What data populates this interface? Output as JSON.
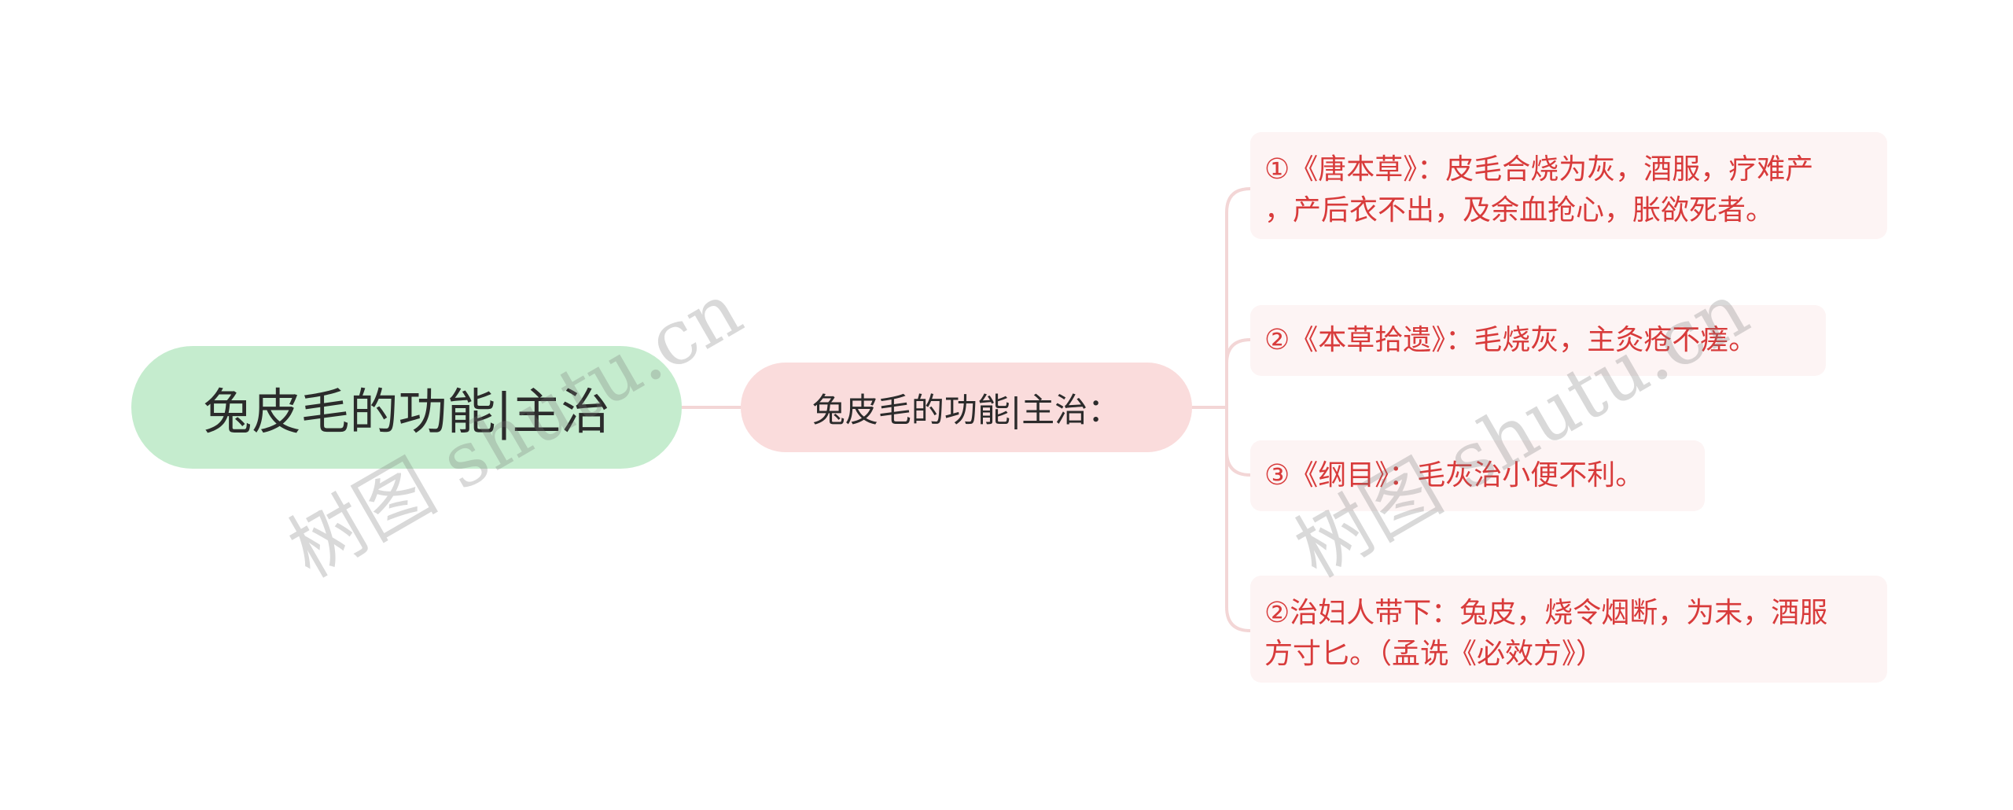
{
  "root": {
    "label": "兔皮毛的功能|主治"
  },
  "branch": {
    "label": "兔皮毛的功能|主治："
  },
  "leaves": [
    {
      "lines": [
        "①《唐本草》：皮毛合烧为灰，酒服，疗难产",
        "，产后衣不出，及余血抢心，胀欲死者。"
      ]
    },
    {
      "lines": [
        "②《本草拾遗》：毛烧灰，主灸疮不瘥。"
      ]
    },
    {
      "lines": [
        "③《纲目》：毛灰治小便不利。"
      ]
    },
    {
      "lines": [
        "②治妇人带下：兔皮，烧令烟断，为末，酒服",
        "方寸匕。（孟诜《必效方》）"
      ]
    }
  ],
  "watermarks": [
    "树图 shutu.cn",
    "树图 shutu.cn"
  ],
  "colors": {
    "root_fill": "#c5ecce",
    "branch_fill": "#fadcdc",
    "leaf_fill": "#fdf4f4",
    "leaf_text": "#d83b3b",
    "connector": "#f3d6d6"
  }
}
